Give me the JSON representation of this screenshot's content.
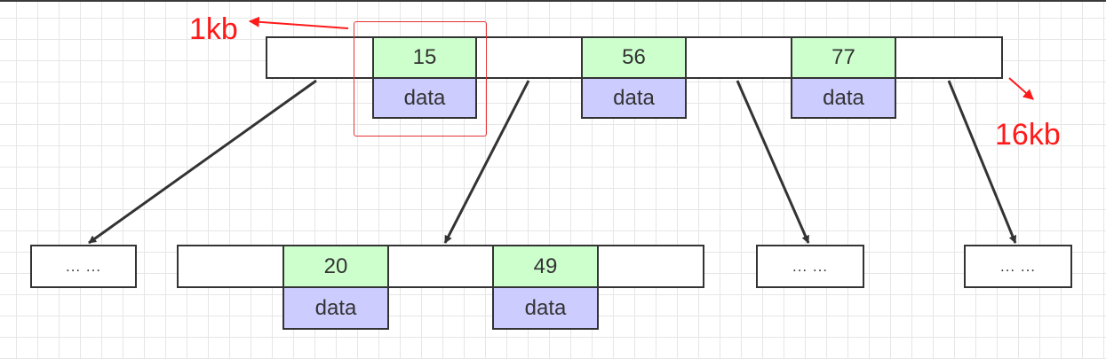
{
  "root": {
    "keys": [
      "15",
      "56",
      "77"
    ],
    "data_label": "data"
  },
  "child": {
    "keys": [
      "20",
      "49"
    ],
    "data_label": "data"
  },
  "placeholder": "... ...",
  "annotations": {
    "size_key": "1kb",
    "size_page": "16kb"
  },
  "colors": {
    "key_fill": "#ccffcc",
    "data_fill": "#ccccff",
    "border": "#333333",
    "annotation": "#ff1a1a"
  }
}
